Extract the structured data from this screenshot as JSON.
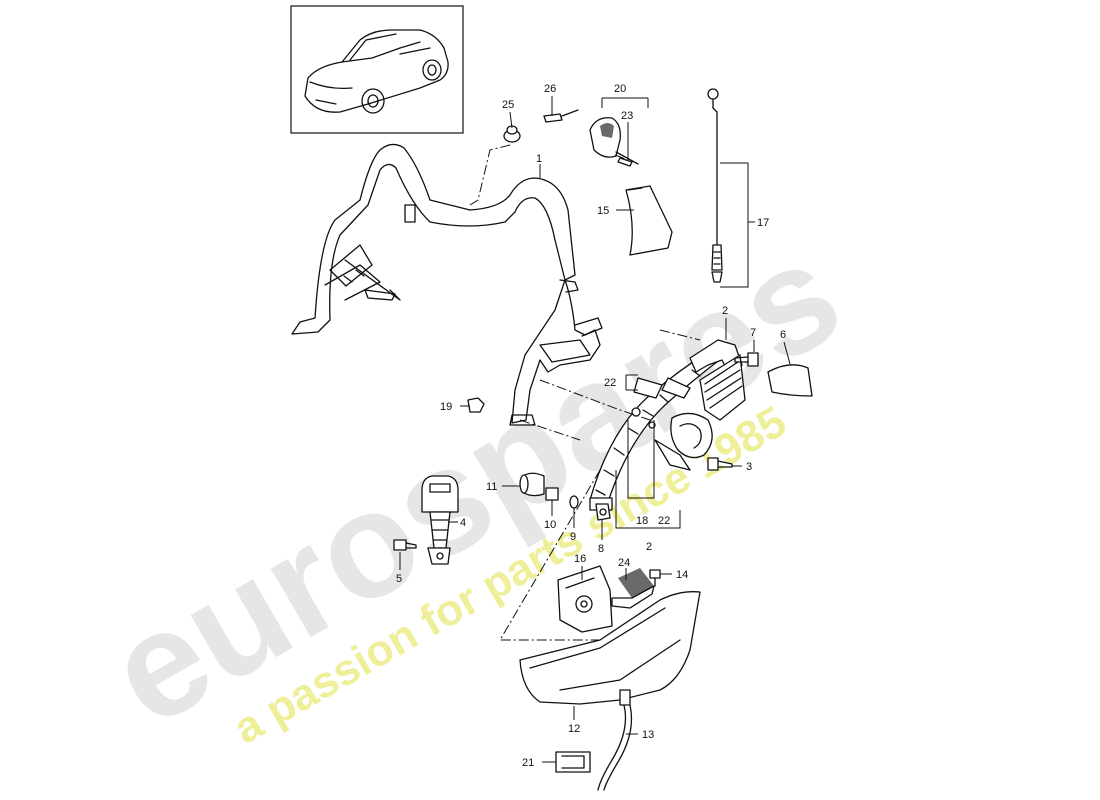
{
  "watermark": {
    "brand": "eurospares",
    "slogan": "a passion for parts since 1985",
    "brand_color": "#e6e6e6",
    "slogan_color": "#efef9a"
  },
  "thumbnail": {
    "icon": "car-convertible-icon"
  },
  "callouts": {
    "c1": "1",
    "c2a": "2",
    "c2b": "2",
    "c3": "3",
    "c4": "4",
    "c5": "5",
    "c6": "6",
    "c7": "7",
    "c8": "8",
    "c9": "9",
    "c10": "10",
    "c11": "11",
    "c12": "12",
    "c13": "13",
    "c14": "14",
    "c15": "15",
    "c16": "16",
    "c17": "17",
    "c18": "18",
    "c19": "19",
    "c20": "20",
    "c21": "21",
    "c22a": "22",
    "c22b": "22",
    "c23": "23",
    "c24": "24",
    "c25": "25",
    "c26": "26"
  }
}
